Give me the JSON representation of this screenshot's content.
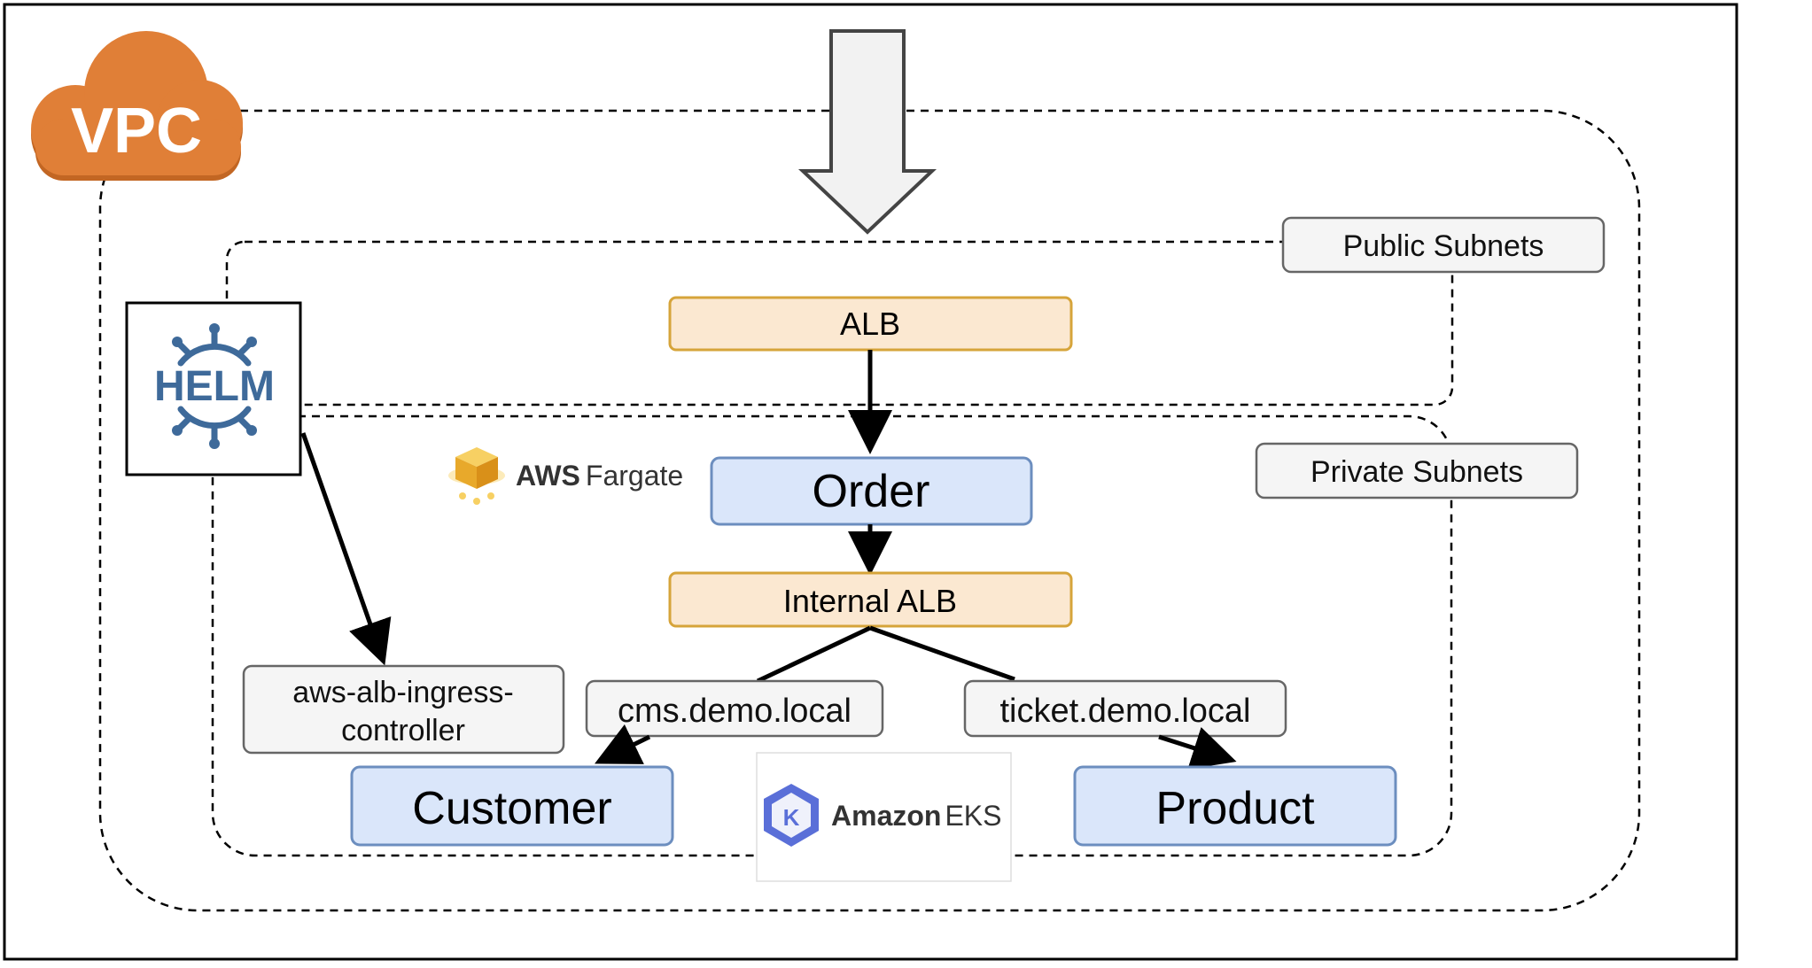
{
  "diagram": {
    "vpc_badge": "VPC",
    "helm_logo": "HELM",
    "public_subnets_label": "Public Subnets",
    "private_subnets_label": "Private Subnets",
    "alb_label": "ALB",
    "order_label": "Order",
    "internal_alb_label": "Internal ALB",
    "cms_host_label": "cms.demo.local",
    "ticket_host_label": "ticket.demo.local",
    "customer_label": "Customer",
    "product_label": "Product",
    "ingress_controller_line1": "aws-alb-ingress-",
    "ingress_controller_line2": "controller",
    "fargate_logo_text_bold": "AWS",
    "fargate_logo_text_light": "Fargate",
    "eks_logo_text_bold": "Amazon",
    "eks_logo_text_light": "EKS",
    "eks_logo_letter": "K"
  },
  "colors": {
    "vpc_orange": "#E07F37",
    "helm_blue": "#3E6A9A",
    "alb_fill": "#FBE8D1",
    "alb_stroke": "#D6A43A",
    "service_fill": "#DAE6FA",
    "service_stroke": "#6C8EBF",
    "label_fill": "#F5F5F5",
    "label_stroke": "#666666",
    "eks_blue": "#5A6FD8",
    "fargate_gold": "#F2BE3A"
  }
}
